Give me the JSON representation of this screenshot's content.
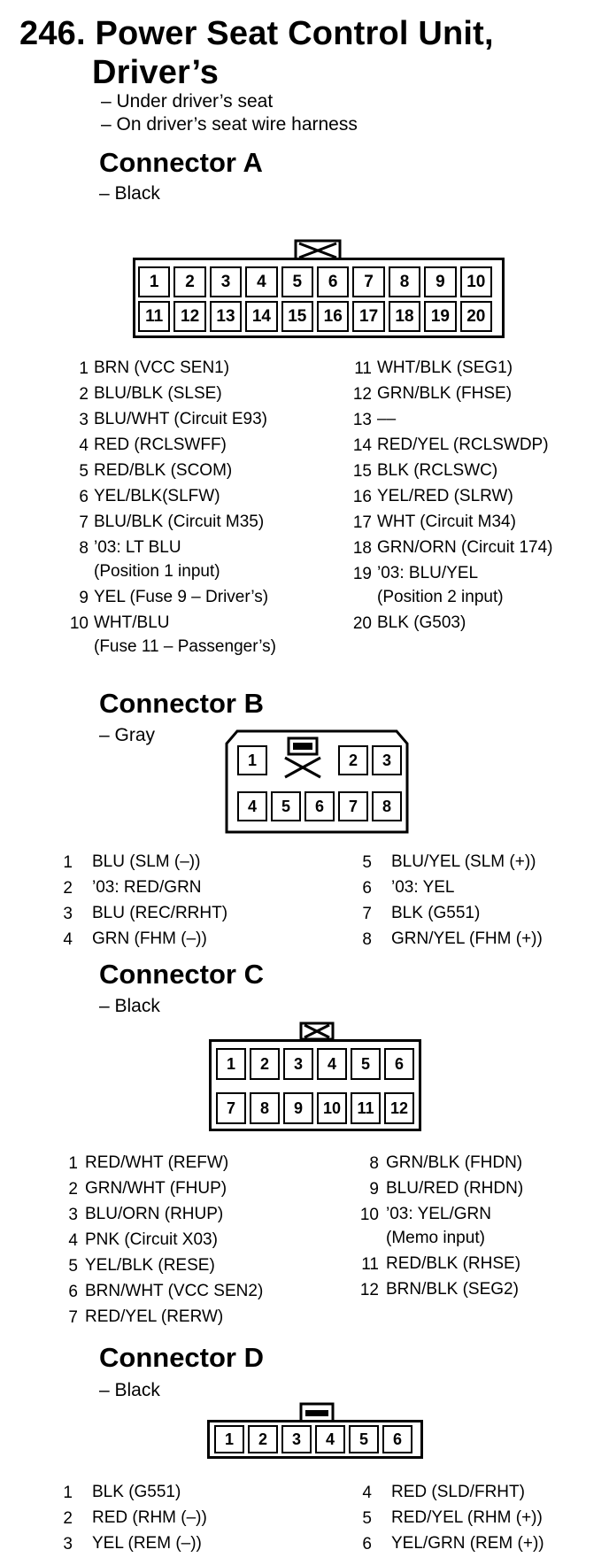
{
  "page": {
    "title_line1": "246. Power Seat Control Unit,",
    "title_line2": "Driver’s",
    "locations": [
      "– Under driver’s seat",
      "– On driver’s seat wire harness"
    ]
  },
  "connectors": [
    {
      "title": "Connector A",
      "color": "– Black",
      "cavities_row1": [
        "1",
        "2",
        "3",
        "4",
        "5",
        "6",
        "7",
        "8",
        "9",
        "10"
      ],
      "cavities_row2": [
        "11",
        "12",
        "13",
        "14",
        "15",
        "16",
        "17",
        "18",
        "19",
        "20"
      ],
      "pins_left": [
        {
          "num": "1",
          "lines": [
            "BRN (VCC SEN1)"
          ]
        },
        {
          "num": "2",
          "lines": [
            "BLU/BLK (SLSE)"
          ]
        },
        {
          "num": "3",
          "lines": [
            "BLU/WHT (Circuit E93)"
          ]
        },
        {
          "num": "4",
          "lines": [
            "RED (RCLSWFF)"
          ]
        },
        {
          "num": "5",
          "lines": [
            "RED/BLK (SCOM)"
          ]
        },
        {
          "num": "6",
          "lines": [
            "YEL/BLK(SLFW)"
          ]
        },
        {
          "num": "7",
          "lines": [
            "BLU/BLK (Circuit M35)"
          ]
        },
        {
          "num": "8",
          "lines": [
            "’03: LT BLU",
            "(Position 1 input)"
          ]
        },
        {
          "num": "9",
          "lines": [
            "YEL (Fuse 9 – Driver’s)"
          ]
        },
        {
          "num": "10",
          "lines": [
            "WHT/BLU",
            "(Fuse 11 – Passenger’s)"
          ]
        }
      ],
      "pins_right": [
        {
          "num": "11",
          "lines": [
            "WHT/BLK (SEG1)"
          ]
        },
        {
          "num": "12",
          "lines": [
            "GRN/BLK (FHSE)"
          ]
        },
        {
          "num": "13",
          "lines": [
            "––"
          ]
        },
        {
          "num": "14",
          "lines": [
            "RED/YEL (RCLSWDP)"
          ]
        },
        {
          "num": "15",
          "lines": [
            "BLK (RCLSWC)"
          ]
        },
        {
          "num": "16",
          "lines": [
            "YEL/RED (SLRW)"
          ]
        },
        {
          "num": "17",
          "lines": [
            "WHT (Circuit M34)"
          ]
        },
        {
          "num": "18",
          "lines": [
            "GRN/ORN (Circuit 174)"
          ]
        },
        {
          "num": "19",
          "lines": [
            "’03: BLU/YEL",
            "(Position 2 input)"
          ]
        },
        {
          "num": "20",
          "lines": [
            "BLK (G503)"
          ]
        }
      ]
    },
    {
      "title": "Connector B",
      "color": "– Gray",
      "cavities": [
        "1",
        "2",
        "3",
        "4",
        "5",
        "6",
        "7",
        "8"
      ],
      "pins_left": [
        {
          "num": "1",
          "lines": [
            "BLU (SLM (–))"
          ]
        },
        {
          "num": "2",
          "lines": [
            "’03: RED/GRN"
          ]
        },
        {
          "num": "3",
          "lines": [
            "BLU (REC/RRHT)"
          ]
        },
        {
          "num": "4",
          "lines": [
            "GRN (FHM (–))"
          ]
        }
      ],
      "pins_right": [
        {
          "num": "5",
          "lines": [
            "BLU/YEL (SLM (+))"
          ]
        },
        {
          "num": "6",
          "lines": [
            "’03: YEL"
          ]
        },
        {
          "num": "7",
          "lines": [
            "BLK (G551)"
          ]
        },
        {
          "num": "8",
          "lines": [
            "GRN/YEL (FHM (+))"
          ]
        }
      ]
    },
    {
      "title": "Connector C",
      "color": "– Black",
      "cavities_row1": [
        "1",
        "2",
        "3",
        "4",
        "5",
        "6"
      ],
      "cavities_row2": [
        "7",
        "8",
        "9",
        "10",
        "11",
        "12"
      ],
      "pins_left": [
        {
          "num": "1",
          "lines": [
            "RED/WHT (REFW)"
          ]
        },
        {
          "num": "2",
          "lines": [
            "GRN/WHT (FHUP)"
          ]
        },
        {
          "num": "3",
          "lines": [
            "BLU/ORN (RHUP)"
          ]
        },
        {
          "num": "4",
          "lines": [
            "PNK (Circuit X03)"
          ]
        },
        {
          "num": "5",
          "lines": [
            "YEL/BLK (RESE)"
          ]
        },
        {
          "num": "6",
          "lines": [
            "BRN/WHT (VCC SEN2)"
          ]
        },
        {
          "num": "7",
          "lines": [
            "RED/YEL (RERW)"
          ]
        }
      ],
      "pins_right": [
        {
          "num": "8",
          "lines": [
            "GRN/BLK (FHDN)"
          ]
        },
        {
          "num": "9",
          "lines": [
            "BLU/RED (RHDN)"
          ]
        },
        {
          "num": "10",
          "lines": [
            "’03: YEL/GRN",
            "(Memo input)"
          ]
        },
        {
          "num": "11",
          "lines": [
            "RED/BLK (RHSE)"
          ]
        },
        {
          "num": "12",
          "lines": [
            "BRN/BLK (SEG2)"
          ]
        }
      ]
    },
    {
      "title": "Connector D",
      "color": "– Black",
      "cavities_row1": [
        "1",
        "2",
        "3",
        "4",
        "5",
        "6"
      ],
      "pins_left": [
        {
          "num": "1",
          "lines": [
            "BLK (G551)"
          ]
        },
        {
          "num": "2",
          "lines": [
            "RED (RHM (–))"
          ]
        },
        {
          "num": "3",
          "lines": [
            "YEL (REM (–))"
          ]
        }
      ],
      "pins_right": [
        {
          "num": "4",
          "lines": [
            "RED (SLD/FRHT)"
          ]
        },
        {
          "num": "5",
          "lines": [
            "RED/YEL (RHM (+))"
          ]
        },
        {
          "num": "6",
          "lines": [
            "YEL/GRN (REM (+))"
          ]
        }
      ]
    }
  ]
}
